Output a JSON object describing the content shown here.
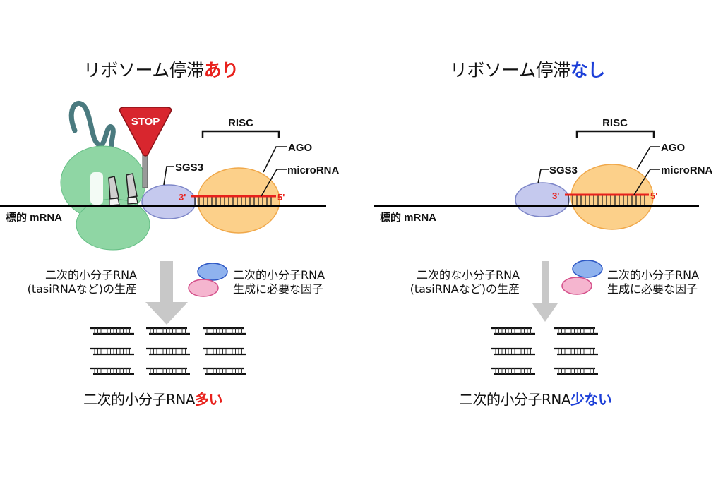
{
  "colors": {
    "red_accent": "#e8211c",
    "blue_accent": "#1c3fd8",
    "ribosome_green": "#8fd6a4",
    "risc_orange": "#fcd08a",
    "sgs3_lavender": "#c5c9ee",
    "stop_red": "#d8262e",
    "factor_blue": "#8fb2ee",
    "factor_pink": "#f5b5cf",
    "nascent_chain": "#4a7a7f",
    "arrow_gray": "#c8c8c8",
    "microrna_red": "#e8211c"
  },
  "left": {
    "heading_prefix": "リボソーム停滞",
    "heading_accent": "あり",
    "stop_sign": "STOP",
    "risc_label": "RISC",
    "ago_label": "AGO",
    "microrna_label": "microRNA",
    "sgs3_label": "SGS3",
    "three_prime": "3'",
    "five_prime": "5'",
    "mrna_label": "標的 mRNA",
    "production_line1": "二次的小分子RNA",
    "production_line2": "(tasiRNAなど)の生産",
    "factor_line1": "二次的小分子RNA",
    "factor_line2": "生成に必要な因子",
    "caption_prefix": "二次的小分子RNA",
    "caption_accent": "多い"
  },
  "right": {
    "heading_prefix": "リボソーム停滞",
    "heading_accent": "なし",
    "risc_label": "RISC",
    "ago_label": "AGO",
    "microrna_label": "microRNA",
    "sgs3_label": "SGS3",
    "three_prime": "3'",
    "five_prime": "5'",
    "mrna_label": "標的 mRNA",
    "production_line1": "二次的な小分子RNA",
    "production_line2": "(tasiRNAなど)の生産",
    "factor_line1": "二次的小分子RNA",
    "factor_line2": "生成に必要な因子",
    "caption_prefix": "二次的小分子RNA",
    "caption_accent": "少ない"
  }
}
